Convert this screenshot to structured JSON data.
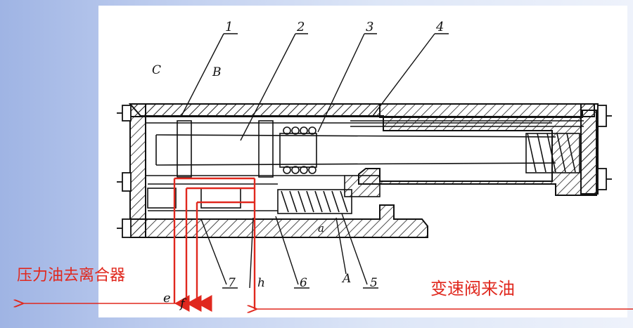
{
  "figure": {
    "part_numbers": [
      "1",
      "2",
      "3",
      "4",
      "5",
      "6",
      "7"
    ],
    "letters": {
      "C": "C",
      "B": "B",
      "A": "A",
      "a": "a",
      "e": "e",
      "f": "f",
      "h": "h"
    },
    "left_label": "压力油去离合器",
    "right_label": "变速阀来油"
  },
  "colors": {
    "line": "#111111",
    "flow": "#e0281e",
    "background": "#b9c9ee"
  }
}
